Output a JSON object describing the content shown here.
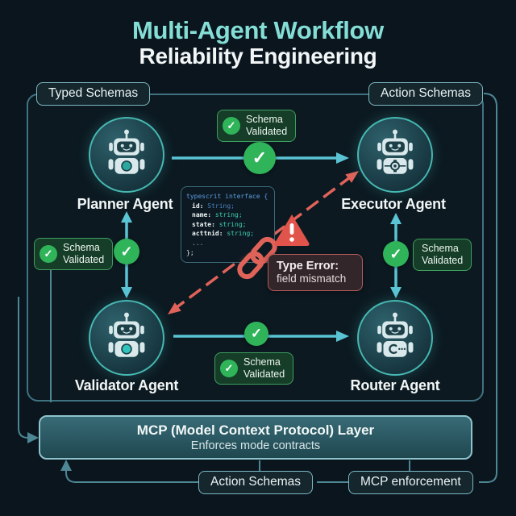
{
  "title": {
    "line1": "Multi-Agent Workflow",
    "line2": "Reliability Engineering"
  },
  "top_badges": {
    "typed_schemas": "Typed Schemas",
    "action_schemas": "Action Schemas"
  },
  "agents": {
    "planner": {
      "label": "Planner Agent"
    },
    "executor": {
      "label": "Executor Agent"
    },
    "validator": {
      "label": "Validator Agent"
    },
    "router": {
      "label": "Router Agent"
    }
  },
  "validation_badge": {
    "line1": "Schema",
    "line2": "Validated"
  },
  "icons": {
    "check": "✓",
    "warning": "!",
    "chain": "chain-link",
    "robot": "robot"
  },
  "code_snippet": {
    "line1": "typescrit interface {",
    "fields": [
      {
        "key": "id:",
        "value": "String;"
      },
      {
        "key": "name:",
        "value": "string;"
      },
      {
        "key": "state:",
        "value": "string;"
      },
      {
        "key": "acttnid:",
        "value": "string;"
      }
    ],
    "ellipsis": "...",
    "closing": "};"
  },
  "type_error": {
    "title": "Type Error:",
    "detail": "field mismatch"
  },
  "mcp_layer": {
    "title": "MCP (Model Context Protocol) Layer",
    "subtitle": "Enforces mode contracts"
  },
  "bottom_badges": {
    "action_schemas": "Action Schemas",
    "mcp_enforcement": "MCP enforcement"
  },
  "colors": {
    "background": "#0a151e",
    "teal_arrow": "#5ac4d4",
    "frame_border": "#3f7280",
    "connector": "#4d8794",
    "green": "#2fb45a",
    "red": "#e0635a",
    "title_teal": "#85ded6",
    "mcp_fill": "#2c5a65"
  }
}
